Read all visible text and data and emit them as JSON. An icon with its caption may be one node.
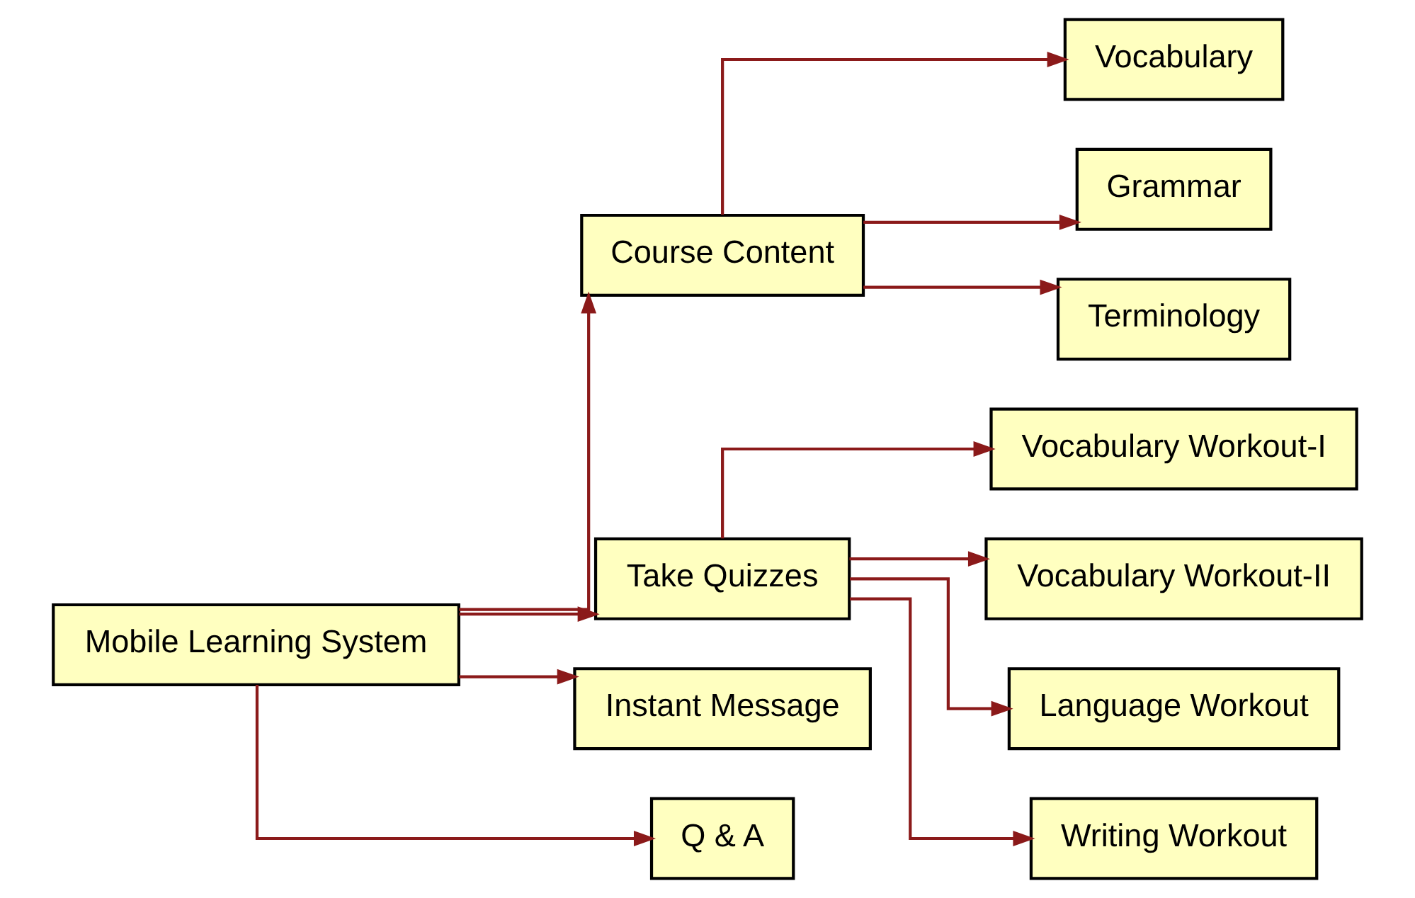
{
  "diagram": {
    "nodes": [
      {
        "text": [
          "Mobile Learning System"
        ]
      },
      {
        "text": [
          "Course Content"
        ]
      },
      {
        "text": [
          "Take Quizzes"
        ]
      },
      {
        "text": [
          "Instant Message"
        ]
      },
      {
        "text": [
          "Q & A"
        ]
      },
      {
        "text": [
          "Vocabulary"
        ]
      },
      {
        "text": [
          "Grammar"
        ]
      },
      {
        "text": [
          "Terminology"
        ]
      },
      {
        "text": [
          "Vocabulary Workout-I"
        ]
      },
      {
        "text": [
          "Vocabulary Workout-II"
        ]
      },
      {
        "text": [
          "Language Workout"
        ]
      },
      {
        "text": [
          "Writing Workout"
        ]
      }
    ],
    "edges": [
      {
        "from": 0,
        "to": 1,
        "arrow": "to"
      },
      {
        "from": 0,
        "to": 2,
        "arrow": "to"
      },
      {
        "from": 0,
        "to": 3,
        "arrow": "to"
      },
      {
        "from": 0,
        "to": 4,
        "arrow": "to"
      },
      {
        "from": 1,
        "to": 5,
        "arrow": "to"
      },
      {
        "from": 1,
        "to": 6,
        "arrow": "to"
      },
      {
        "from": 1,
        "to": 7,
        "arrow": "to"
      },
      {
        "from": 2,
        "to": 8,
        "arrow": "to"
      },
      {
        "from": 2,
        "to": 9,
        "arrow": "to"
      },
      {
        "from": 2,
        "to": 10,
        "arrow": "to"
      },
      {
        "from": 2,
        "to": 11,
        "arrow": "to"
      }
    ]
  }
}
